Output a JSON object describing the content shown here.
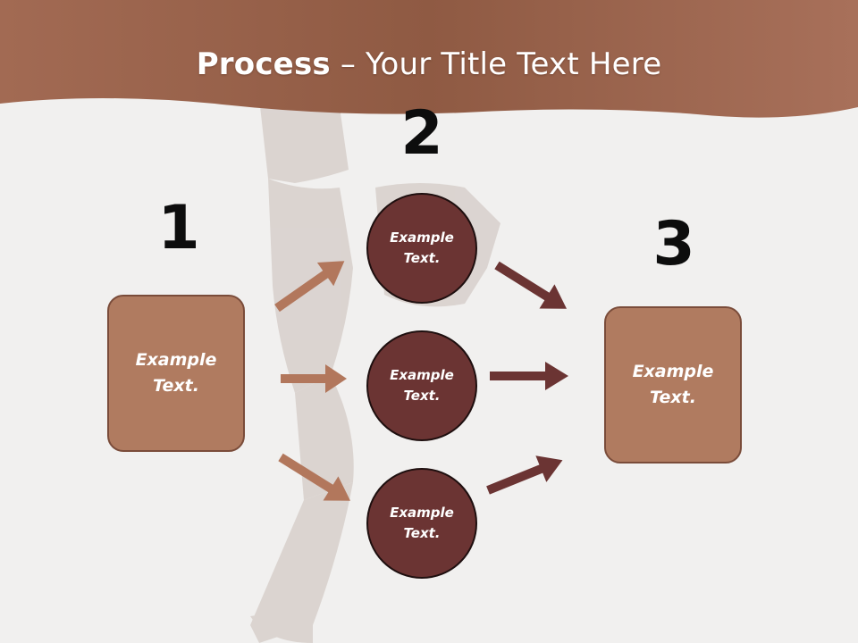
{
  "title": {
    "bold": "Process",
    "rest": " – Your Title Text Here"
  },
  "steps": [
    {
      "number": "1",
      "text": "Example\nText."
    },
    {
      "number": "2",
      "text": "Example\nText."
    },
    {
      "number": "3",
      "text": "Example\nText."
    }
  ],
  "circles": [
    {
      "text": "Example\nText."
    },
    {
      "text": "Example\nText."
    },
    {
      "text": "Example\nText."
    }
  ],
  "colors": {
    "header": "#a0654b",
    "box_fill": "#b07b60",
    "circle_fill": "#6b3433",
    "arrow_left": "#b2775c",
    "arrow_right": "#6b3433"
  }
}
